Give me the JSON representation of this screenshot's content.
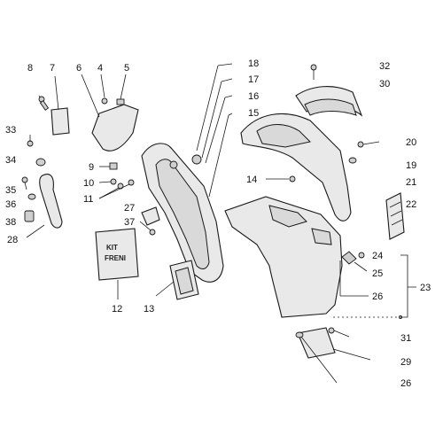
{
  "diagram": {
    "callouts": {
      "n1": "8",
      "n2": "7",
      "n3": "6",
      "n4": "4",
      "n5": "5",
      "n6": "33",
      "n7": "34",
      "n8": "35",
      "n9": "36",
      "n10": "38",
      "n11": "28",
      "n12": "9",
      "n13": "10",
      "n14": "11",
      "n15": "27",
      "n16": "37",
      "n17": "12",
      "n18": "13",
      "n19": "18",
      "n20": "17",
      "n21": "16",
      "n22": "15",
      "n23": "14",
      "n24": "32",
      "n25": "30",
      "n26": "20",
      "n27": "19",
      "n28": "21",
      "n29": "22",
      "n30": "24",
      "n31": "25",
      "n32": "26",
      "n33": "23",
      "n34": "31",
      "n35": "29",
      "n36": "26"
    },
    "kit_label": "KIT FRENI"
  }
}
